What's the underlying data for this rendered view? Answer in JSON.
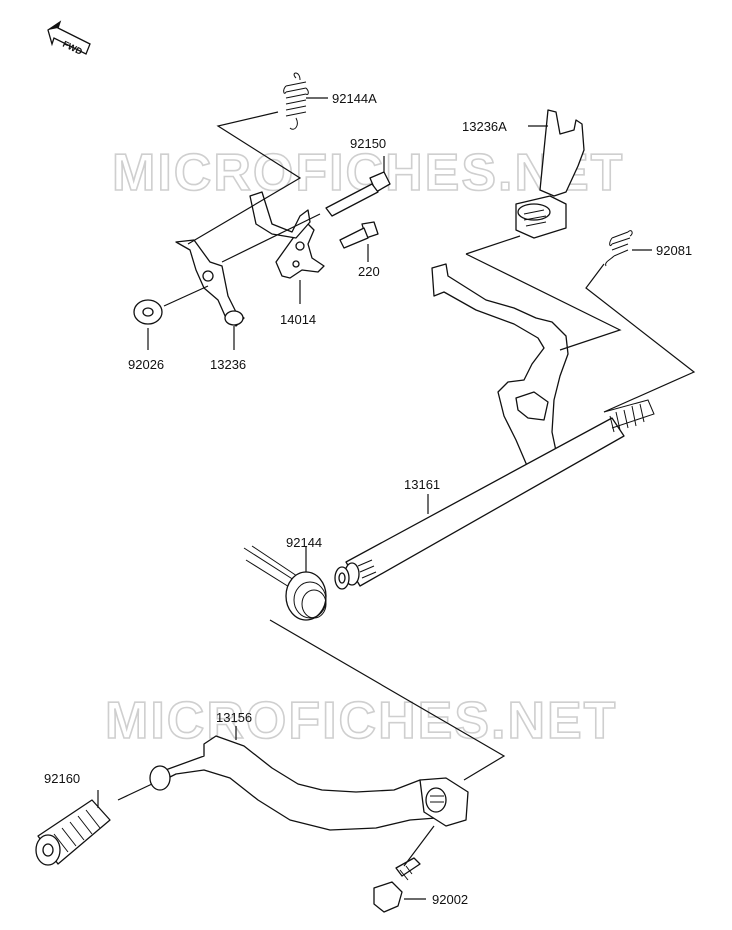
{
  "diagram": {
    "fwd_label": "FWD",
    "watermarks": [
      "MICROFICHES.NET",
      "MICROFICHES.NET"
    ],
    "parts": [
      {
        "id": "92144A",
        "label": "92144A"
      },
      {
        "id": "92150",
        "label": "92150"
      },
      {
        "id": "13236A",
        "label": "13236A"
      },
      {
        "id": "92081",
        "label": "92081"
      },
      {
        "id": "220",
        "label": "220"
      },
      {
        "id": "14014",
        "label": "14014"
      },
      {
        "id": "92026",
        "label": "92026"
      },
      {
        "id": "13236",
        "label": "13236"
      },
      {
        "id": "13161",
        "label": "13161"
      },
      {
        "id": "92144",
        "label": "92144"
      },
      {
        "id": "13156",
        "label": "13156"
      },
      {
        "id": "92160",
        "label": "92160"
      },
      {
        "id": "92002",
        "label": "92002"
      }
    ]
  }
}
